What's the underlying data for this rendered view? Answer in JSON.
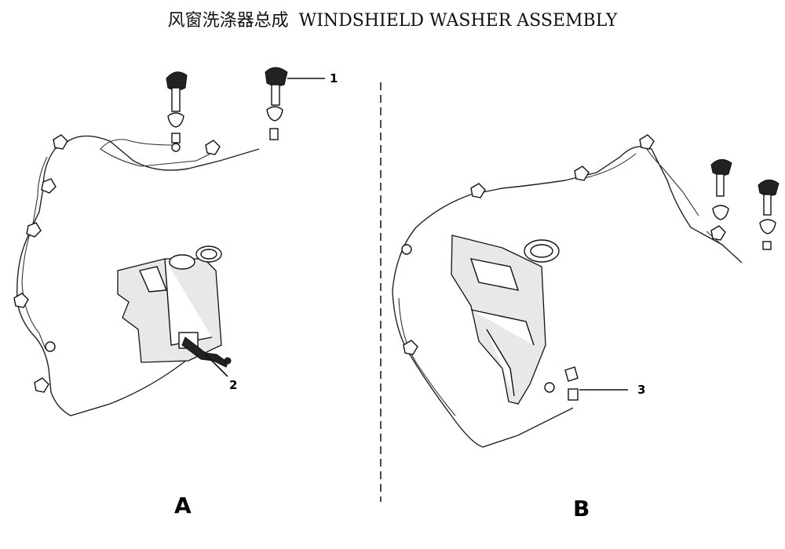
{
  "title": {
    "cn": "风窗洗涤器总成",
    "en": "WINDSHIELD WASHER ASSEMBLY"
  },
  "callouts": [
    "1",
    "2",
    "3"
  ],
  "panels": [
    "A",
    "B"
  ]
}
